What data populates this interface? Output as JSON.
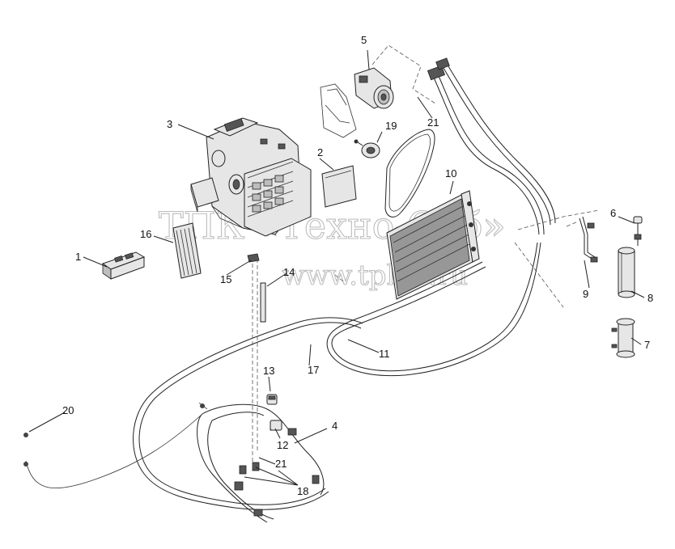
{
  "watermark": {
    "line1": "ТПК «Техно-Сиб»",
    "line2": "www.tpkts.ru"
  },
  "callouts": {
    "c1": "1",
    "c2": "2",
    "c3": "3",
    "c4": "4",
    "c5": "5",
    "c6": "6",
    "c7": "7",
    "c8": "8",
    "c9": "9",
    "c10": "10",
    "c11": "11",
    "c12": "12",
    "c13": "13",
    "c14": "14",
    "c15": "15",
    "c16": "16",
    "c17": "17",
    "c18": "18",
    "c19": "19",
    "c20": "20",
    "c21a": "21",
    "c21b": "21"
  }
}
